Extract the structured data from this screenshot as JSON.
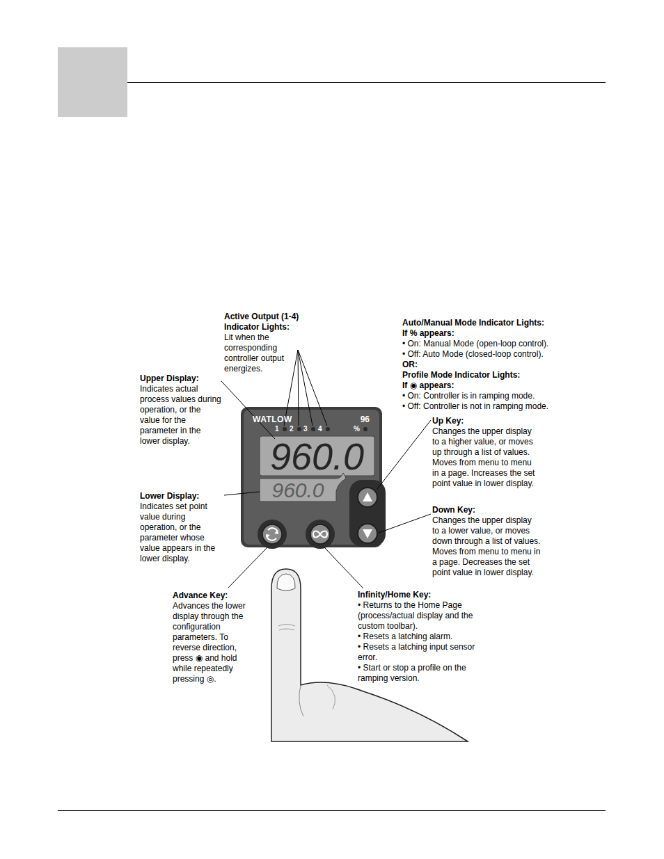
{
  "diagram": {
    "nodes": [
      {
        "text": [
          "WATLOW",
          "96"
        ]
      },
      {
        "text": [
          "960.0"
        ],
        "in": 0
      },
      {
        "text": [
          "960.0"
        ],
        "in": 0
      }
    ],
    "labels": [
      "Active Output (1-4) Indicator Lights:",
      "Lit when the corresponding controller output energizes.",
      "Auto/Manual Mode Indicator Lights:",
      "If % appears:",
      "• On: Manual Mode (open-loop control).",
      "• Off: Auto Mode (closed-loop control).",
      "OR:",
      "Profile Mode Indicator Lights:",
      "If ◉ appears:",
      "• On: Controller is in ramping mode.",
      "• Off: Controller is not in ramping mode.",
      "Upper Display:",
      "Indicates actual process values during operation, or the value for the parameter in the lower display.",
      "Up Key:",
      "Changes the upper display to a higher value, or moves up through a list of values. Moves from menu to menu in a page. Increases the set point value in lower display.",
      "Lower Display:",
      "Indicates set point value during operation, or the parameter whose value appears in the lower display.",
      "Down Key:",
      "Changes the upper display to a lower value, or moves down through a list of values. Moves from menu to menu in a page. Decreases the set point value in lower display.",
      "Advance Key:",
      "Advances the lower display through the configuration parameters. To reverse direction, press ◉ and hold while repeatedly pressing ◎.",
      "Infinity/Home Key:",
      "• Returns to the Home Page (process/actual display and the custom toolbar).",
      "• Resets a latching alarm.",
      "• Resets a latching input sensor error.",
      "• Start or stop a profile on the ramping version.",
      "1",
      "2",
      "3",
      "4",
      "%"
    ]
  }
}
